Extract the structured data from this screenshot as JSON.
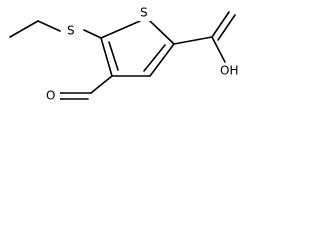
{
  "atoms": {
    "s_thioether": "S",
    "s_ring": "S",
    "oh": "OH",
    "o_aldehyde": "O"
  }
}
